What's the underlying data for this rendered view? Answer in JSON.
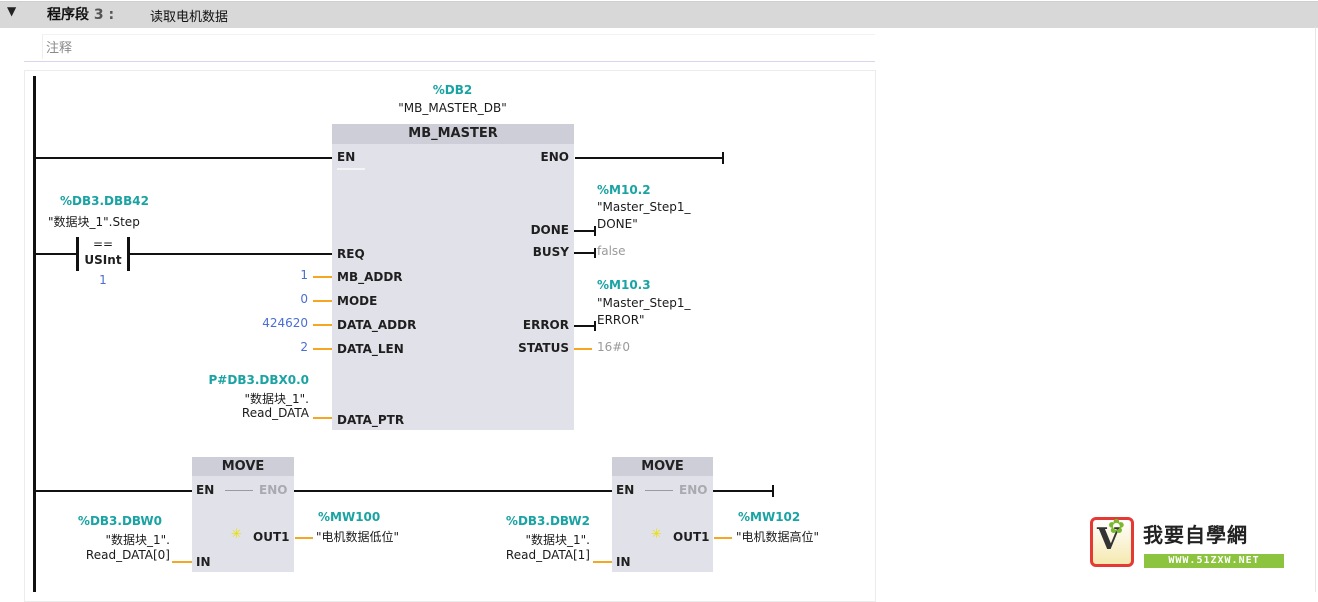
{
  "network": {
    "label": "程序段",
    "number": "3 :",
    "title": "读取电机数据",
    "comment_placeholder": "注释"
  },
  "mb_master": {
    "instance_addr": "%DB2",
    "instance_name": "\"MB_MASTER_DB\"",
    "block_name": "MB_MASTER",
    "pins_in": [
      "EN",
      "REQ",
      "MB_ADDR",
      "MODE",
      "DATA_ADDR",
      "DATA_LEN",
      "DATA_PTR"
    ],
    "pins_out": [
      "ENO",
      "DONE",
      "BUSY",
      "ERROR",
      "STATUS"
    ],
    "inputs": {
      "mb_addr": "1",
      "mode": "0",
      "data_addr": "424620",
      "data_len": "2",
      "data_ptr_addr": "P#DB3.DBX0.0",
      "data_ptr_sym1": "\"数据块_1\".",
      "data_ptr_sym2": "Read_DATA"
    },
    "outputs": {
      "done_addr": "%M10.2",
      "done_sym1": "\"Master_Step1_",
      "done_sym2": "DONE\"",
      "busy_val": "false",
      "error_addr": "%M10.3",
      "error_sym1": "\"Master_Step1_",
      "error_sym2": "ERROR\"",
      "status_val": "16#0"
    }
  },
  "compare": {
    "operand_addr": "%DB3.DBB42",
    "operand_sym": "\"数据块_1\".Step",
    "operator": "==",
    "type": "USInt",
    "value": "1"
  },
  "move1": {
    "block_name": "MOVE",
    "en": "EN",
    "eno": "ENO",
    "out_pin": "OUT1",
    "in_pin": "IN",
    "in_addr": "%DB3.DBW0",
    "in_sym1": "\"数据块_1\".",
    "in_sym2": "Read_DATA[0]",
    "out_addr": "%MW100",
    "out_sym": "\"电机数据低位\""
  },
  "move2": {
    "block_name": "MOVE",
    "en": "EN",
    "eno": "ENO",
    "out_pin": "OUT1",
    "in_pin": "IN",
    "in_addr": "%DB3.DBW2",
    "in_sym1": "\"数据块_1\".",
    "in_sym2": "Read_DATA[1]",
    "out_addr": "%MW102",
    "out_sym": "\"电机数据高位\""
  },
  "watermark": {
    "title": "我要自學網",
    "url": "WWW.51ZXW.NET"
  },
  "colors": {
    "address": "#1aa3a3",
    "constant": "#4a6fd0",
    "wire": "#111111",
    "data_wire": "#f5a623",
    "block_fill": "#e1e1ea",
    "block_header": "#cdced8"
  }
}
